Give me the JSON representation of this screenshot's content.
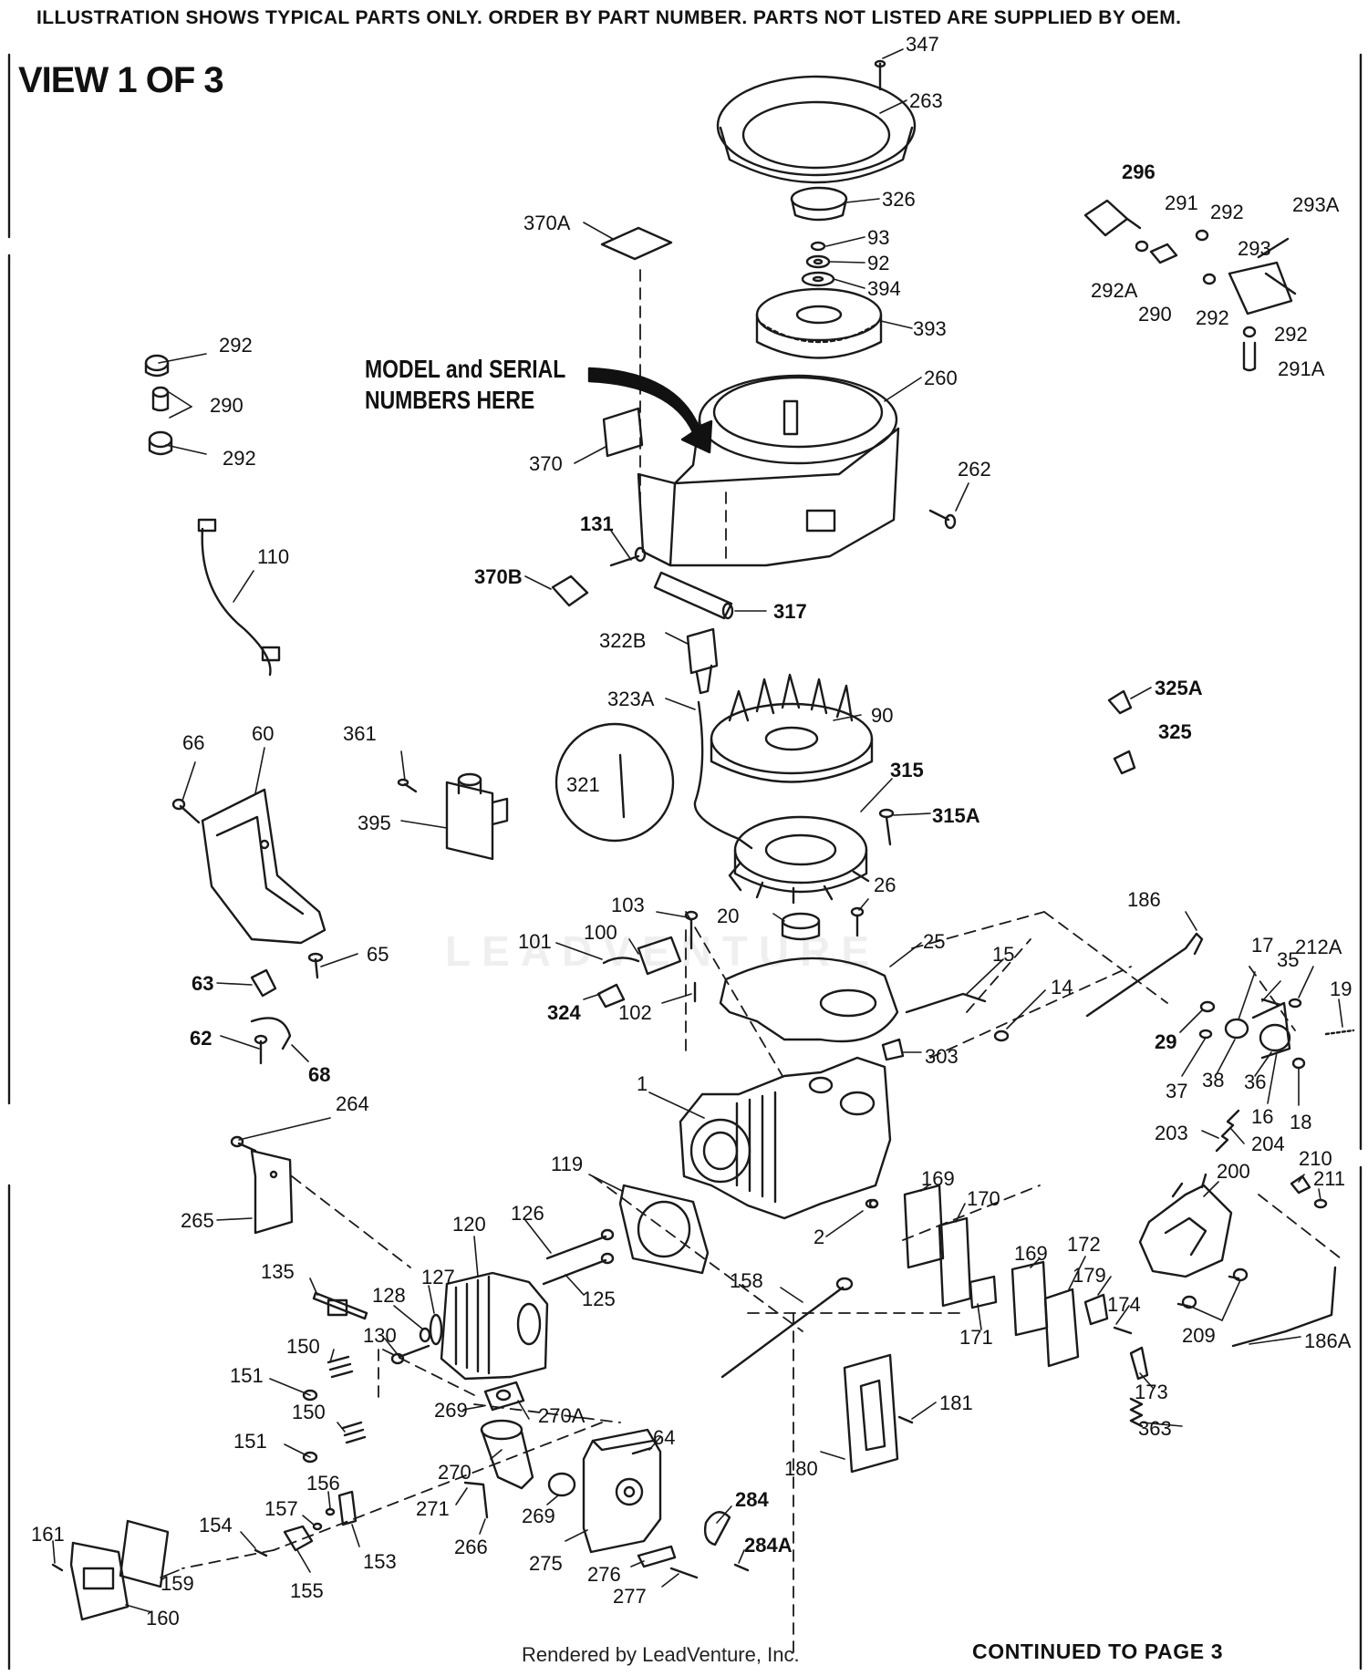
{
  "header": {
    "notice": "ILLUSTRATION SHOWS TYPICAL PARTS ONLY. ORDER BY PART NUMBER. PARTS NOT LISTED ARE SUPPLIED BY OEM.",
    "view": "VIEW 1 OF 3",
    "model_line1": "MODEL and SERIAL",
    "model_line2": "NUMBERS HERE"
  },
  "footer": {
    "rendered_by": "Rendered by LeadVenture, Inc.",
    "continued": "CONTINUED TO PAGE 3"
  },
  "watermark": "LEADVENTURE",
  "callouts": [
    {
      "label": "347",
      "bold": false
    },
    {
      "label": "263",
      "bold": false
    },
    {
      "label": "326",
      "bold": false
    },
    {
      "label": "370A",
      "bold": false
    },
    {
      "label": "93",
      "bold": false
    },
    {
      "label": "92",
      "bold": false
    },
    {
      "label": "394",
      "bold": false
    },
    {
      "label": "393",
      "bold": false
    },
    {
      "label": "260",
      "bold": false
    },
    {
      "label": "370",
      "bold": false
    },
    {
      "label": "262",
      "bold": false
    },
    {
      "label": "131",
      "bold": true
    },
    {
      "label": "370B",
      "bold": true
    },
    {
      "label": "317",
      "bold": true
    },
    {
      "label": "296",
      "bold": true
    },
    {
      "label": "291",
      "bold": false
    },
    {
      "label": "292",
      "bold": false
    },
    {
      "label": "293A",
      "bold": false
    },
    {
      "label": "293",
      "bold": false
    },
    {
      "label": "292A",
      "bold": false
    },
    {
      "label": "290",
      "bold": false
    },
    {
      "label": "292",
      "bold": false
    },
    {
      "label": "292",
      "bold": false
    },
    {
      "label": "291A",
      "bold": false
    },
    {
      "label": "292",
      "bold": false
    },
    {
      "label": "290",
      "bold": false
    },
    {
      "label": "292",
      "bold": false
    },
    {
      "label": "110",
      "bold": false
    },
    {
      "label": "322B",
      "bold": false
    },
    {
      "label": "323A",
      "bold": false
    },
    {
      "label": "90",
      "bold": false
    },
    {
      "label": "321",
      "bold": false
    },
    {
      "label": "315",
      "bold": true
    },
    {
      "label": "315A",
      "bold": true
    },
    {
      "label": "325A",
      "bold": true
    },
    {
      "label": "325",
      "bold": true
    },
    {
      "label": "66",
      "bold": false
    },
    {
      "label": "60",
      "bold": false
    },
    {
      "label": "361",
      "bold": false
    },
    {
      "label": "395",
      "bold": false
    },
    {
      "label": "103",
      "bold": false
    },
    {
      "label": "20",
      "bold": false
    },
    {
      "label": "26",
      "bold": false
    },
    {
      "label": "101",
      "bold": false
    },
    {
      "label": "100",
      "bold": false
    },
    {
      "label": "25",
      "bold": false
    },
    {
      "label": "324",
      "bold": true
    },
    {
      "label": "102",
      "bold": false
    },
    {
      "label": "65",
      "bold": false
    },
    {
      "label": "63",
      "bold": true
    },
    {
      "label": "62",
      "bold": true
    },
    {
      "label": "68",
      "bold": true
    },
    {
      "label": "15",
      "bold": false
    },
    {
      "label": "14",
      "bold": false
    },
    {
      "label": "303",
      "bold": false
    },
    {
      "label": "186",
      "bold": false
    },
    {
      "label": "17",
      "bold": false
    },
    {
      "label": "35",
      "bold": false
    },
    {
      "label": "212A",
      "bold": false
    },
    {
      "label": "19",
      "bold": false
    },
    {
      "label": "29",
      "bold": true
    },
    {
      "label": "37",
      "bold": false
    },
    {
      "label": "38",
      "bold": false
    },
    {
      "label": "36",
      "bold": false
    },
    {
      "label": "16",
      "bold": false
    },
    {
      "label": "18",
      "bold": false
    },
    {
      "label": "264",
      "bold": false
    },
    {
      "label": "1",
      "bold": false
    },
    {
      "label": "203",
      "bold": false
    },
    {
      "label": "204",
      "bold": false
    },
    {
      "label": "210",
      "bold": false
    },
    {
      "label": "211",
      "bold": false
    },
    {
      "label": "119",
      "bold": false
    },
    {
      "label": "200",
      "bold": false
    },
    {
      "label": "169",
      "bold": false
    },
    {
      "label": "170",
      "bold": false
    },
    {
      "label": "265",
      "bold": false
    },
    {
      "label": "120",
      "bold": false
    },
    {
      "label": "126",
      "bold": false
    },
    {
      "label": "2",
      "bold": false
    },
    {
      "label": "169",
      "bold": false
    },
    {
      "label": "172",
      "bold": false
    },
    {
      "label": "135",
      "bold": false
    },
    {
      "label": "127",
      "bold": false
    },
    {
      "label": "128",
      "bold": false
    },
    {
      "label": "125",
      "bold": false
    },
    {
      "label": "158",
      "bold": false
    },
    {
      "label": "179",
      "bold": false
    },
    {
      "label": "174",
      "bold": false
    },
    {
      "label": "171",
      "bold": false
    },
    {
      "label": "209",
      "bold": false
    },
    {
      "label": "186A",
      "bold": false
    },
    {
      "label": "130",
      "bold": false
    },
    {
      "label": "150",
      "bold": false
    },
    {
      "label": "151",
      "bold": false
    },
    {
      "label": "173",
      "bold": false
    },
    {
      "label": "150",
      "bold": false
    },
    {
      "label": "269",
      "bold": false
    },
    {
      "label": "270A",
      "bold": false
    },
    {
      "label": "181",
      "bold": false
    },
    {
      "label": "363",
      "bold": false
    },
    {
      "label": "151",
      "bold": false
    },
    {
      "label": "64",
      "bold": false
    },
    {
      "label": "270",
      "bold": false
    },
    {
      "label": "180",
      "bold": false
    },
    {
      "label": "156",
      "bold": false
    },
    {
      "label": "271",
      "bold": false
    },
    {
      "label": "269",
      "bold": false
    },
    {
      "label": "157",
      "bold": false
    },
    {
      "label": "284",
      "bold": true
    },
    {
      "label": "161",
      "bold": false
    },
    {
      "label": "154",
      "bold": false
    },
    {
      "label": "266",
      "bold": false
    },
    {
      "label": "284A",
      "bold": true
    },
    {
      "label": "159",
      "bold": false
    },
    {
      "label": "153",
      "bold": false
    },
    {
      "label": "275",
      "bold": false
    },
    {
      "label": "276",
      "bold": false
    },
    {
      "label": "155",
      "bold": false
    },
    {
      "label": "277",
      "bold": false
    },
    {
      "label": "160",
      "bold": false
    }
  ]
}
